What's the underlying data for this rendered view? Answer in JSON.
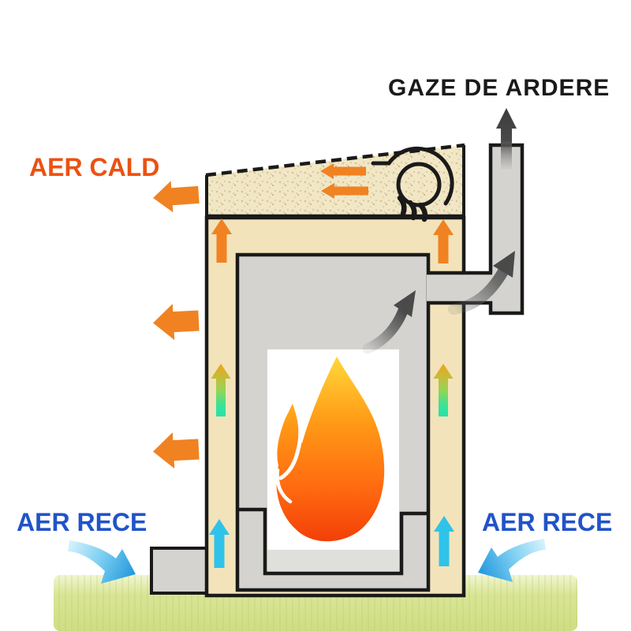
{
  "labels": {
    "flue_gas": "GAZE DE ARDERE",
    "hot_air": "AER CALD",
    "cold_air_left": "AER RECE",
    "cold_air_right": "AER RECE"
  },
  "colors": {
    "flue_gas_text": "#1a1a1a",
    "hot_air_text": "#ea5212",
    "cold_air_text": "#2153c8",
    "orange_arrow": "#f08222",
    "cyan_arrow": "#2fc3ea",
    "gradient_arrow_top": "#f2a31c",
    "gradient_arrow_bottom": "#23e3ac",
    "blue_arrow_light": "#d6f1fc",
    "blue_arrow_dark": "#1e96dc",
    "smoke_arrow": "#4a4a4a",
    "wall_tan": "#f3e3ba",
    "plenum_tan": "#f1e7c6",
    "masonry_gray": "#d4d3d0",
    "firebox_floor_gray": "#dfdfdc",
    "firebox_white": "#ffffff",
    "ground_green": "#d9e595",
    "outline_black": "#1a1a1a",
    "flame_yellow": "#ffd83a",
    "flame_orange": "#ff9a16",
    "flame_red": "#f23d08"
  },
  "icons": {
    "fan_blower_icon": "spiral centrifugal blower symbol in top plenum",
    "flame_icon": "flame shape inside white firebox",
    "up_arrow_icons": "straight up airflow arrows (orange / green-gradient / cyan)",
    "left_arrow_icons": "block arrows pointing left (hot air out)",
    "curved_smoke_arrow_icons": "dark curved flue-gas arrows",
    "curved_blue_arrow_icons": "cold air intake swoosh arrows"
  }
}
